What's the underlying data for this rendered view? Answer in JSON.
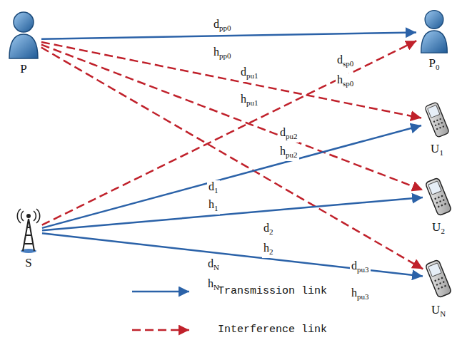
{
  "diagram": {
    "nodes": [
      {
        "text": [
          "P"
        ]
      },
      {
        "text": [
          "P0"
        ]
      },
      {
        "text": [
          "S"
        ]
      },
      {
        "text": [
          "U1"
        ]
      },
      {
        "text": [
          "U2"
        ]
      },
      {
        "text": [
          "UN"
        ]
      }
    ],
    "edges": [
      {
        "from": 0,
        "to": 1,
        "arrow": "to",
        "label": "dpp0 hpp0"
      },
      {
        "from": 2,
        "to": 1,
        "arrow": "to",
        "label": "dsp0 hsp0"
      },
      {
        "from": 0,
        "to": 3,
        "arrow": "to",
        "label": "dpu1 hpu1"
      },
      {
        "from": 0,
        "to": 4,
        "arrow": "to",
        "label": "dpu2 hpu2"
      },
      {
        "from": 0,
        "to": 5,
        "arrow": "to",
        "label": "dpu3 hpu3"
      },
      {
        "from": 2,
        "to": 3,
        "arrow": "to",
        "label": "d1 h1"
      },
      {
        "from": 2,
        "to": 4,
        "arrow": "to",
        "label": "d2 h2"
      },
      {
        "from": 2,
        "to": 5,
        "arrow": "to",
        "label": "dN hN"
      }
    ],
    "legend": [
      {
        "text": "Transmission link"
      },
      {
        "text": "Interference link"
      }
    ]
  }
}
